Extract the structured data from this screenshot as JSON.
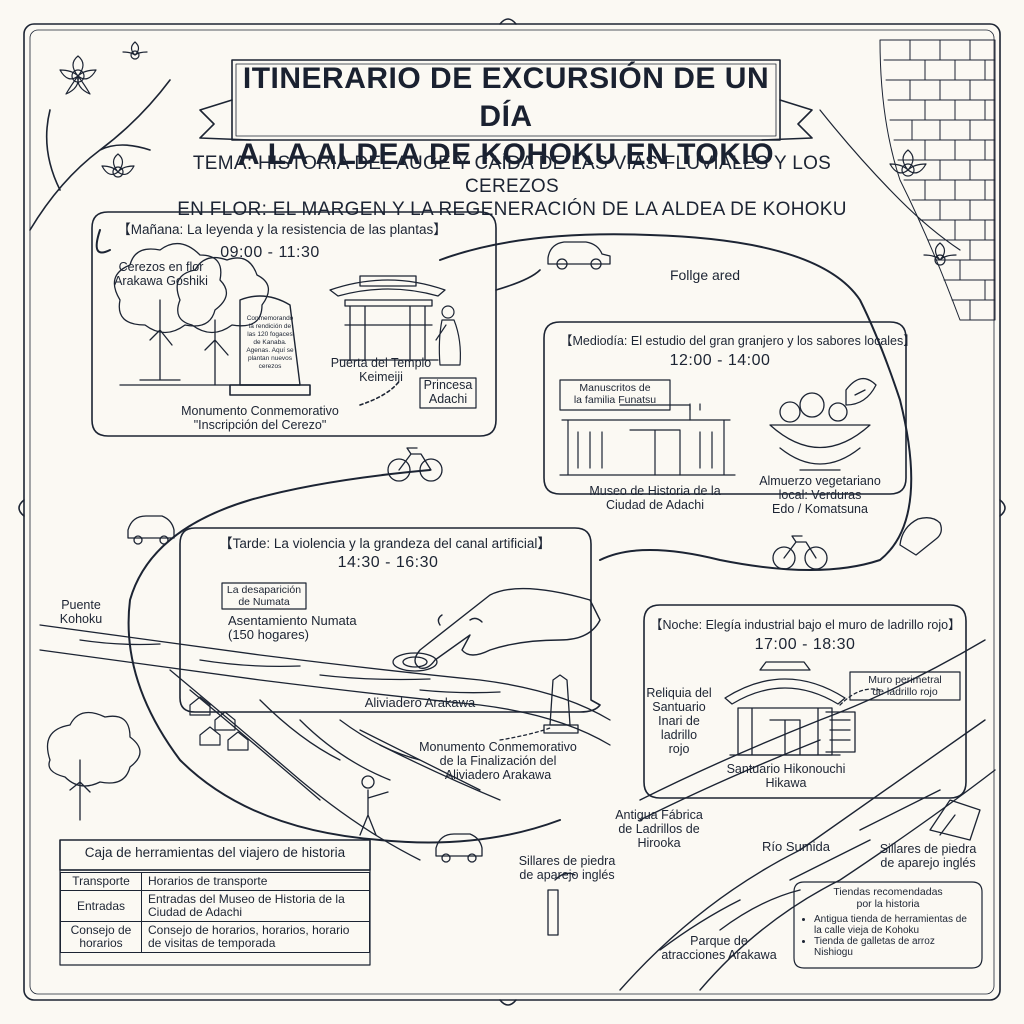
{
  "title": {
    "line1": "ITINERARIO DE EXCURSIÓN DE UN DÍA",
    "line2": "A LA ALDEA DE KOHOKU EN TOKIO"
  },
  "theme": {
    "line1": "TEMA: HISTORIA DEL AUGE Y CAÍDA DE LAS VÍAS FLUVIALES Y LOS CEREZOS",
    "line2": "EN FLOR: EL MARGEN Y LA REGENERACIÓN DE LA ALDEA DE KOHOKU"
  },
  "route_label": "Follge ared",
  "morning": {
    "heading": "【Mañana: La leyenda y la resistencia de las plantas】",
    "time": "09:00 - 11:30",
    "cherry_label": "Cerezos en flor\nArakawa Goshiki",
    "stone_text": "Conmemorando la rendición de las 120 fogaces de Kanaba. Agenas. Aquí se plantan nuevos cerezos",
    "monument_label": "Monumento Conmemorativo\n\"Inscripción del Cerezo\"",
    "temple_label": "Puerta del Templo\nKeimeiji",
    "princess_label": "Princesa\nAdachi"
  },
  "midday": {
    "heading": "【Mediodía: El estudio del gran granjero y los sabores locales】",
    "time": "12:00 - 14:00",
    "manuscripts_label": "Manuscritos de\nla familia Funatsu",
    "museum_label": "Museo de Historia de la\nCiudad de Adachi",
    "lunch_label": "Almuerzo vegetariano\nlocal: Verduras\nEdo / Komatsuna"
  },
  "afternoon": {
    "heading": "【Tarde: La violencia y la grandeza del canal artificial】",
    "time": "14:30 - 16:30",
    "disappearance_label": "La desaparición\nde Numata",
    "settlement_label": "Asentamiento Numata\n(150 hogares)",
    "spillway_label": "Aliviadero Arakawa",
    "monument_label": "Monumento Conmemorativo\nde la Finalización del\nAliviadero Arakawa"
  },
  "night": {
    "heading": "【Noche: Elegía industrial bajo el muro de ladrillo rojo】",
    "time": "17:00 - 18:30",
    "relic_label": "Reliquia del\nSantuario\nInari de\nladrillo\nrojo",
    "wall_label": "Muro perimetral\nde ladrillo rojo",
    "shrine_label": "Santuario Hikonouchi\nHikawa"
  },
  "map_labels": {
    "bridge": "Puente\nKohoku",
    "brick_factory": "Antigua Fábrica\nde Ladrillos de\nHirooka",
    "sumida": "Río Sumida",
    "ashlar_left": "Sillares de piedra\nde aparejo inglés",
    "ashlar_right": "Sillares de piedra\nde aparejo inglés",
    "park": "Parque de\natracciones Arakawa"
  },
  "toolbox": {
    "title": "Caja de herramientas del viajero de historia",
    "rows": [
      {
        "key": "Transporte",
        "value": "Horarios de transporte"
      },
      {
        "key": "Entradas",
        "value": "Entradas del Museo de Historia de la Ciudad de Adachi"
      },
      {
        "key": "Consejo de horarios",
        "value": "Consejo de horarios, horarios, horario de visitas de temporada"
      }
    ]
  },
  "shops": {
    "title": "Tiendas recomendadas\npor la historia",
    "items": [
      "Antigua tienda de herramientas de la calle vieja de Kohoku",
      "Tienda de galletas de arroz Nishiogu"
    ]
  },
  "colors": {
    "ink": "#1c2433",
    "paper": "#fbf9f3"
  }
}
